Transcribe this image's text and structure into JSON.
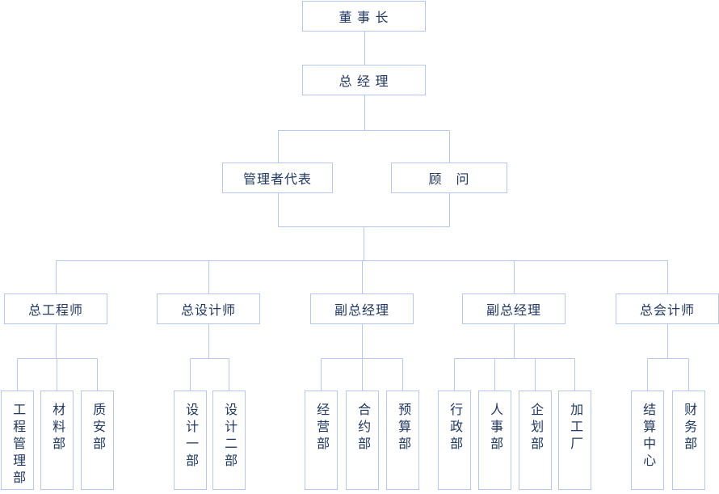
{
  "colors": {
    "border": "#b3c7f1",
    "text": "#1f3864",
    "background": "#ffffff"
  },
  "org": {
    "chairman": {
      "label": "董 事 长"
    },
    "general_manager": {
      "label": "总 经 理"
    },
    "staff": [
      {
        "label": "管理者代表"
      },
      {
        "label": "顾　问"
      }
    ],
    "executives": [
      {
        "label": "总工程师",
        "departments": [
          {
            "label": "工程管理部"
          },
          {
            "label": "材料部"
          },
          {
            "label": "质安部"
          }
        ]
      },
      {
        "label": "总设计师",
        "departments": [
          {
            "label": "设计一部"
          },
          {
            "label": "设计二部"
          }
        ]
      },
      {
        "label": "副总经理",
        "departments": [
          {
            "label": "经营部"
          },
          {
            "label": "合约部"
          },
          {
            "label": "预算部"
          }
        ]
      },
      {
        "label": "副总经理",
        "departments": [
          {
            "label": "行政部"
          },
          {
            "label": "人事部"
          },
          {
            "label": "企划部"
          },
          {
            "label": "加工厂"
          }
        ]
      },
      {
        "label": "总会计师",
        "departments": [
          {
            "label": "结算中心"
          },
          {
            "label": "财务部"
          }
        ]
      }
    ]
  }
}
